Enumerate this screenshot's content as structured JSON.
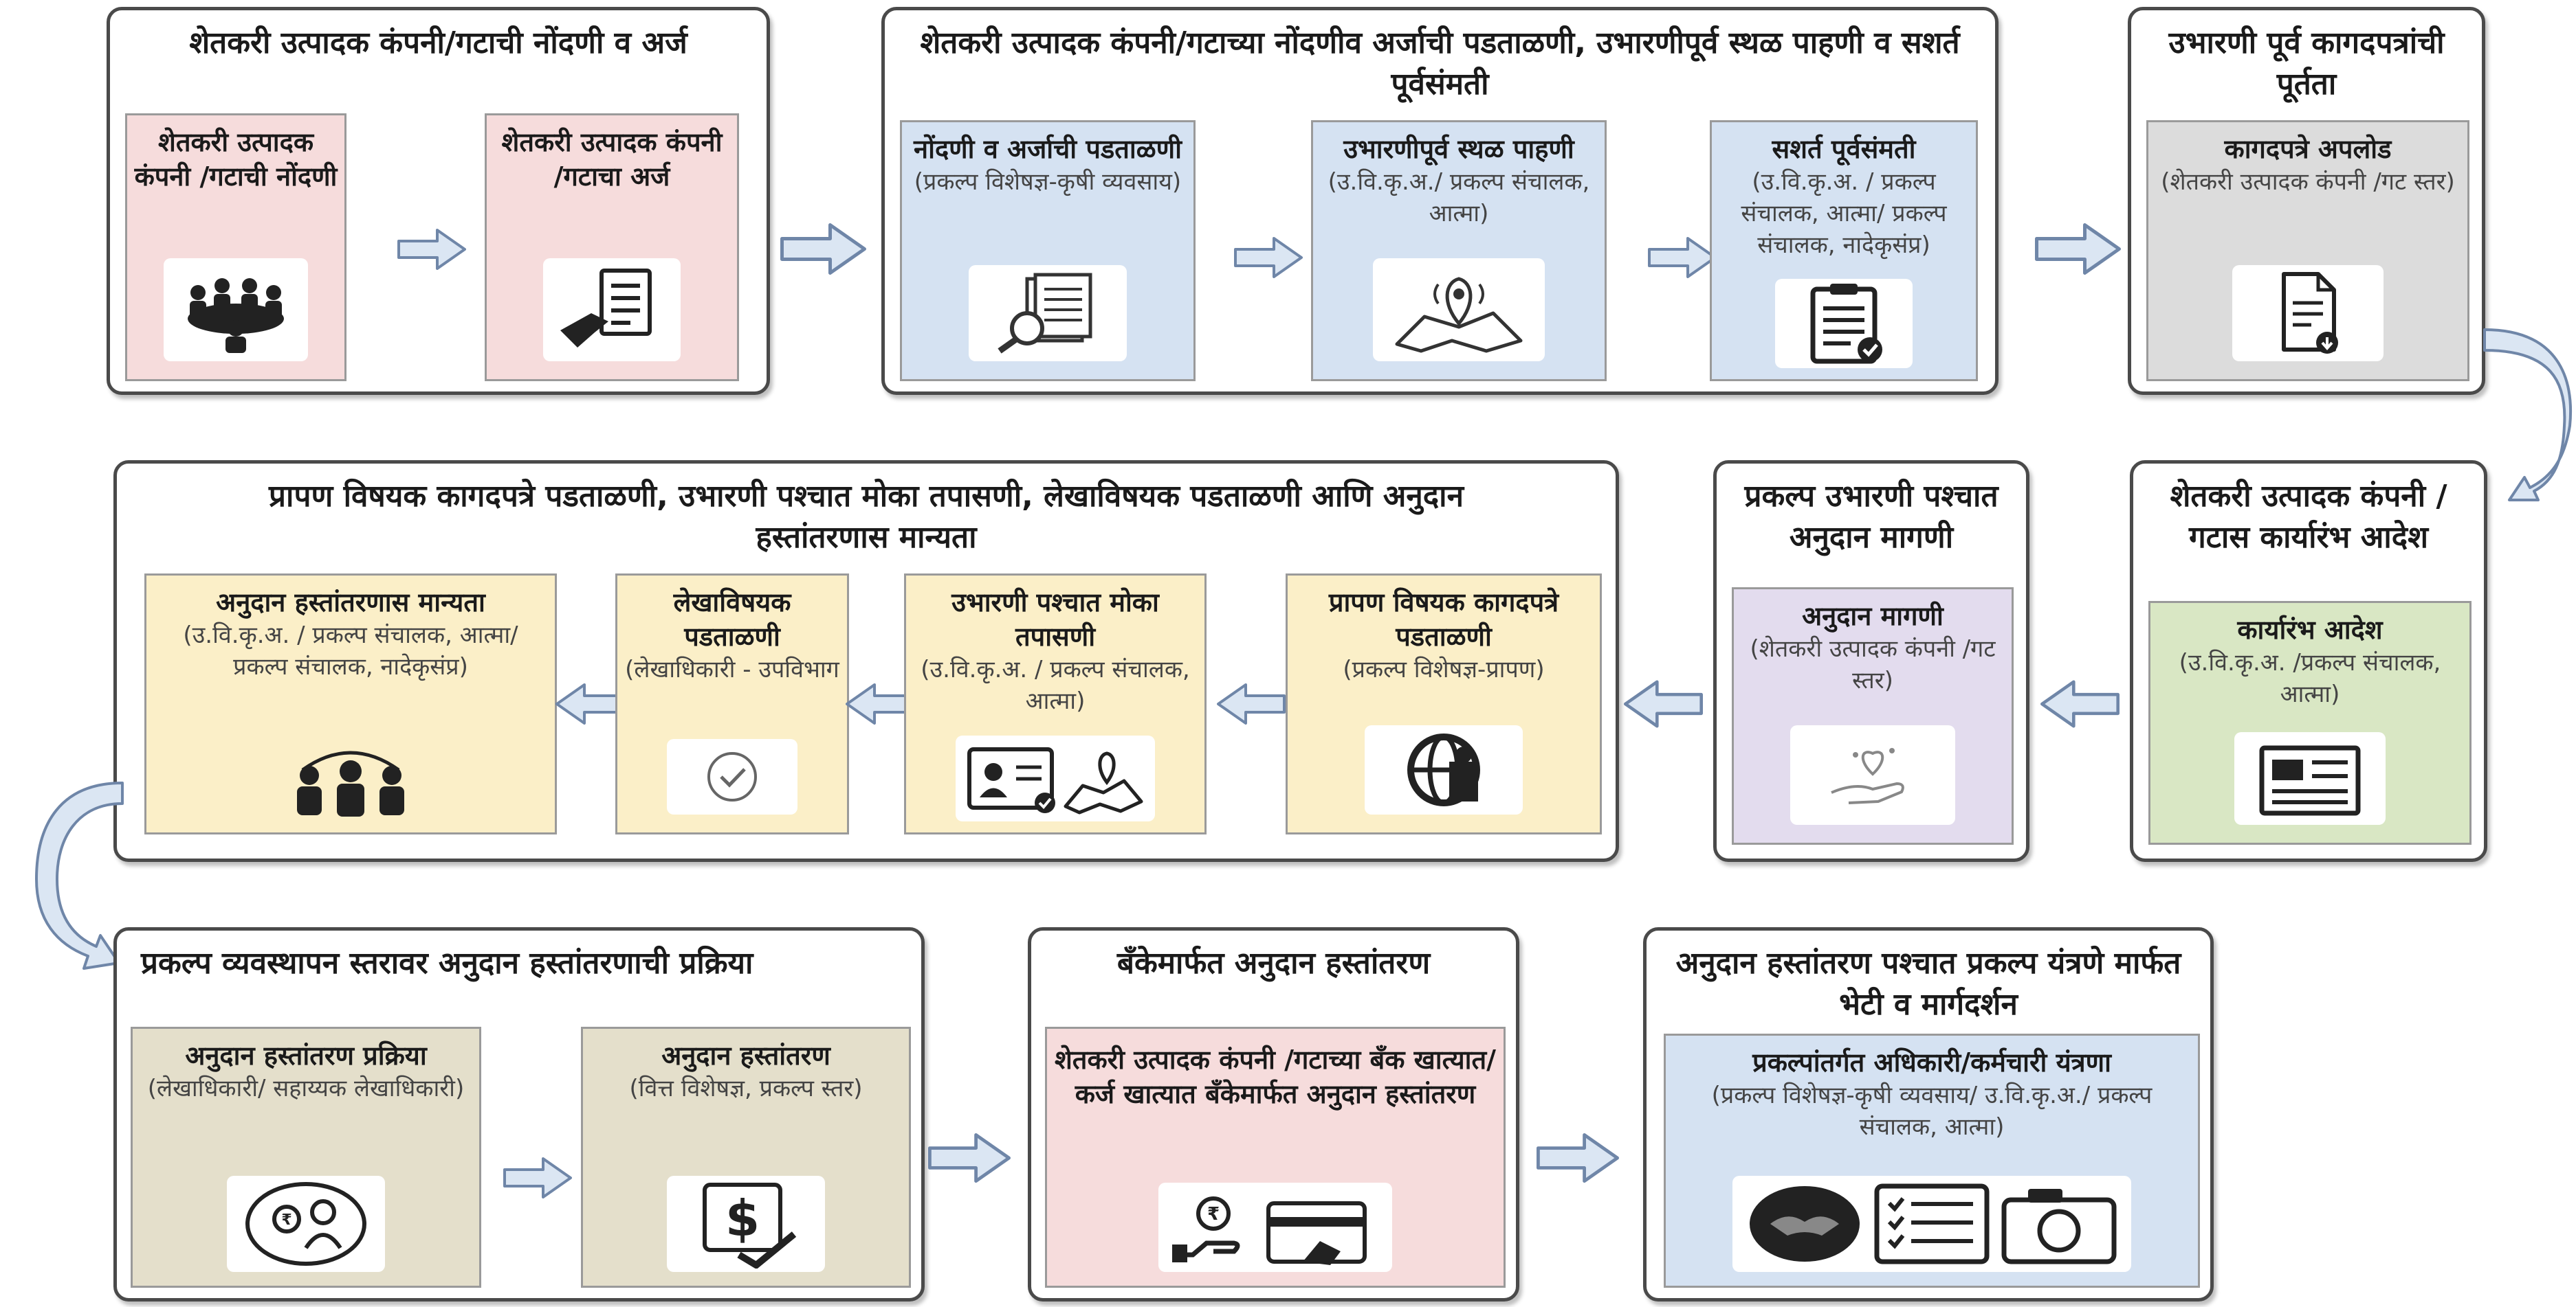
{
  "groups": {
    "g1": {
      "title": "शेतकरी उत्पादक कंपनी/गटाची नोंदणी व अर्ज"
    },
    "g2": {
      "title": "शेतकरी उत्पादक कंपनी/गटाच्या नोंदणीव अर्जाची पडताळणी, उभारणीपूर्व स्थळ पाहणी व सशर्त पूर्वसंमती"
    },
    "g3": {
      "title": "उभारणी पूर्व कागदपत्रांची पूर्तता"
    },
    "g4": {
      "title": "शेतकरी उत्पादक कंपनी /गटास कार्यारंभ आदेश"
    },
    "g5": {
      "title": "प्रकल्प उभारणी पश्चात अनुदान मागणी"
    },
    "g6": {
      "title": "प्रापण विषयक कागदपत्रे पडताळणी, उभारणी पश्चात मोका तपासणी, लेखाविषयक पडताळणी आणि अनुदान हस्तांतरणास मान्यता"
    },
    "g7": {
      "title": "प्रकल्प व्यवस्थापन स्तरावर अनुदान हस्तांतरणाची प्रक्रिया"
    },
    "g8": {
      "title": "बँकेमार्फत अनुदान हस्तांतरण"
    },
    "g9": {
      "title": "अनुदान हस्तांतरण पश्चात प्रकल्प यंत्रणे मार्फत भेटी व मार्गदर्शन"
    }
  },
  "cards": {
    "c1": {
      "title": "शेतकरी उत्पादक कंपनी /गटाची नोंदणी",
      "sub": "",
      "icon": "meeting-group-icon"
    },
    "c2": {
      "title": "शेतकरी उत्पादक कंपनी /गटाचा अर्ज",
      "sub": "",
      "icon": "document-hand-icon"
    },
    "c3": {
      "title": "नोंदणी व अर्जाची पडताळणी",
      "sub": "(प्रकल्प विशेषज्ञ-कृषी व्यवसाय)",
      "icon": "document-search-icon"
    },
    "c4": {
      "title": "उभारणीपूर्व स्थळ पाहणी",
      "sub": "(उ.वि.कृ.अ./ प्रकल्प संचालक, आत्मा)",
      "icon": "map-location-icon"
    },
    "c5": {
      "title": "सशर्त पूर्वसंमती",
      "sub": "(उ.वि.कृ.अ. / प्रकल्प संचालक, आत्मा/ प्रकल्प संचालक, नादेकृसंप्र)",
      "icon": "clipboard-check-icon"
    },
    "c6": {
      "title": "कागदपत्रे अपलोड",
      "sub": "(शेतकरी उत्पादक कंपनी /गट स्तर)",
      "icon": "document-upload-icon"
    },
    "c7": {
      "title": "कार्यारंभ आदेश",
      "sub": "(उ.वि.कृ.अ. /प्रकल्प संचालक, आत्मा)",
      "icon": "newspaper-order-icon"
    },
    "c8": {
      "title": "अनुदान मागणी",
      "sub": "(शेतकरी उत्पादक कंपनी /गट स्तर)",
      "icon": "hand-grant-icon"
    },
    "c9": {
      "title": "प्रापण विषयक कागदपत्रे पडताळणी",
      "sub": "(प्रकल्प विशेषज्ञ-प्रापण)",
      "icon": "procurement-globe-icon"
    },
    "c10": {
      "title": "उभारणी पश्चात मोका तपासणी",
      "sub": "(उ.वि.कृ.अ. / प्रकल्प संचालक, आत्मा)",
      "icon": "inspection-id-map-icon"
    },
    "c11": {
      "title": "लेखाविषयक पडताळणी",
      "sub": "(लेखाधिकारी - उपविभाग",
      "icon": "check-circle-icon"
    },
    "c12": {
      "title": "अनुदान हस्तांतरणास मान्यता",
      "sub": "(उ.वि.कृ.अ. / प्रकल्प संचालक, आत्मा/ प्रकल्प संचालक, नादेकृसंप्र)",
      "icon": "team-approval-icon"
    },
    "c13": {
      "title": "अनुदान हस्तांतरण प्रक्रिया",
      "sub": "(लेखाधिकारी/ सहाय्यक लेखाधिकारी)",
      "icon": "officer-rupee-icon"
    },
    "c14": {
      "title": "अनुदान हस्तांतरण",
      "sub": "(वित्त विशेषज्ञ, प्रकल्प स्तर)",
      "icon": "dollar-check-icon"
    },
    "c15": {
      "title": "शेतकरी उत्पादक कंपनी /गटाच्या बँक खात्यात/ कर्ज खात्यात बँकेमार्फत अनुदान हस्तांतरण",
      "sub": "",
      "icon": "bank-transfer-icon"
    },
    "c16": {
      "title": "प्रकल्पांतर्गत अधिकारी/कर्मचारी यंत्रणा",
      "sub": "(प्रकल्प विशेषज्ञ-कृषी व्यवसाय/ उ.वि.कृ.अ./ प्रकल्प संचालक, आत्मा)",
      "icon": "handshake-checklist-camera-icon"
    }
  },
  "colors": {
    "arrow_fill": "#dbe6f3",
    "arrow_stroke": "#6f86a8",
    "border": "#4a4a4a"
  }
}
